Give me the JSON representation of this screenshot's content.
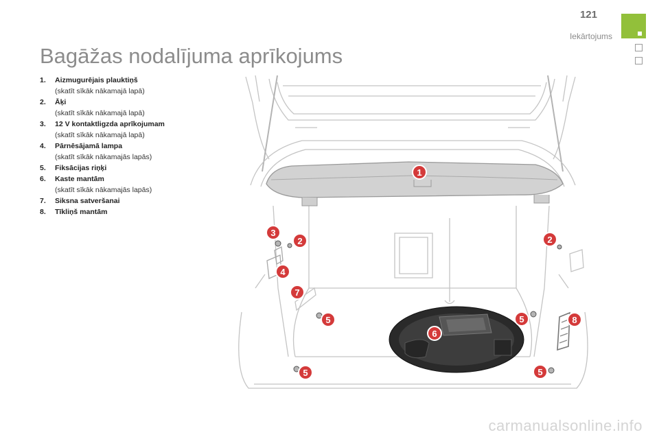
{
  "header": {
    "page_number": "121",
    "section": "Iekārtojums",
    "accent_color": "#92c03a"
  },
  "title": "Bagāžas nodalījuma aprīkojums",
  "items": [
    {
      "num": "1.",
      "label": "Aizmugurējais plauktiņš",
      "note": "(skatīt sīkāk nākamajā lapā)"
    },
    {
      "num": "2.",
      "label": "Āķi",
      "note": "(skatīt sīkāk nākamajā lapā)"
    },
    {
      "num": "3.",
      "label": "12 V kontaktligzda aprīkojumam",
      "note": "(skatīt sīkāk nākamajā lapā)"
    },
    {
      "num": "4.",
      "label": "Pārnēsājamā lampa",
      "note": "(skatīt sīkāk nākamajās lapās)"
    },
    {
      "num": "5.",
      "label": "Fiksācijas riņķi",
      "note": ""
    },
    {
      "num": "6.",
      "label": "Kaste mantām",
      "note": "(skatīt sīkāk nākamajās lapās)"
    },
    {
      "num": "7.",
      "label": "Siksna satveršanai",
      "note": ""
    },
    {
      "num": "8.",
      "label": "Tīkliņš mantām",
      "note": ""
    }
  ],
  "callouts": {
    "c1": "1",
    "c2a": "2",
    "c2b": "2",
    "c3": "3",
    "c4": "4",
    "c5a": "5",
    "c5b": "5",
    "c5c": "5",
    "c5d": "5",
    "c6": "6",
    "c7": "7",
    "c8": "8",
    "color": "#d43a3a"
  },
  "watermark": "carmanualsonline.info"
}
